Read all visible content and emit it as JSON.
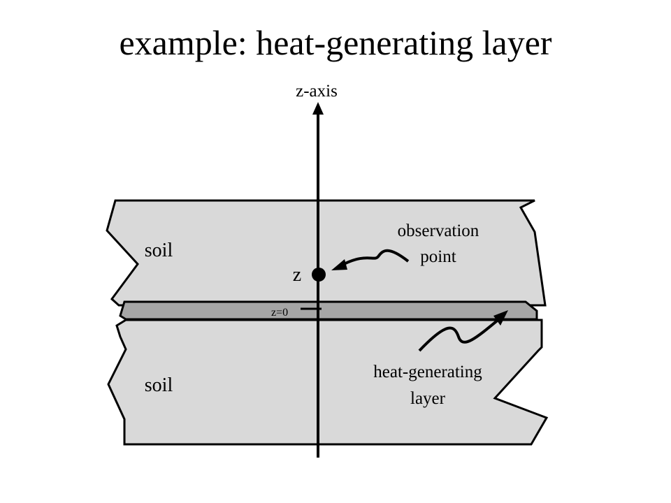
{
  "title": "example: heat-generating layer",
  "axis": {
    "label": "z-axis",
    "origin_label": "z=0"
  },
  "regions": {
    "upper_soil": "soil",
    "lower_soil": "soil"
  },
  "observation": {
    "point_label": "z",
    "caption_line1": "observation",
    "caption_line2": "point"
  },
  "layer": {
    "caption_line1": "heat-generating",
    "caption_line2": "layer"
  },
  "colors": {
    "soil_fill": "#d9d9d9",
    "layer_fill": "#a6a6a6",
    "stroke": "#000000"
  }
}
